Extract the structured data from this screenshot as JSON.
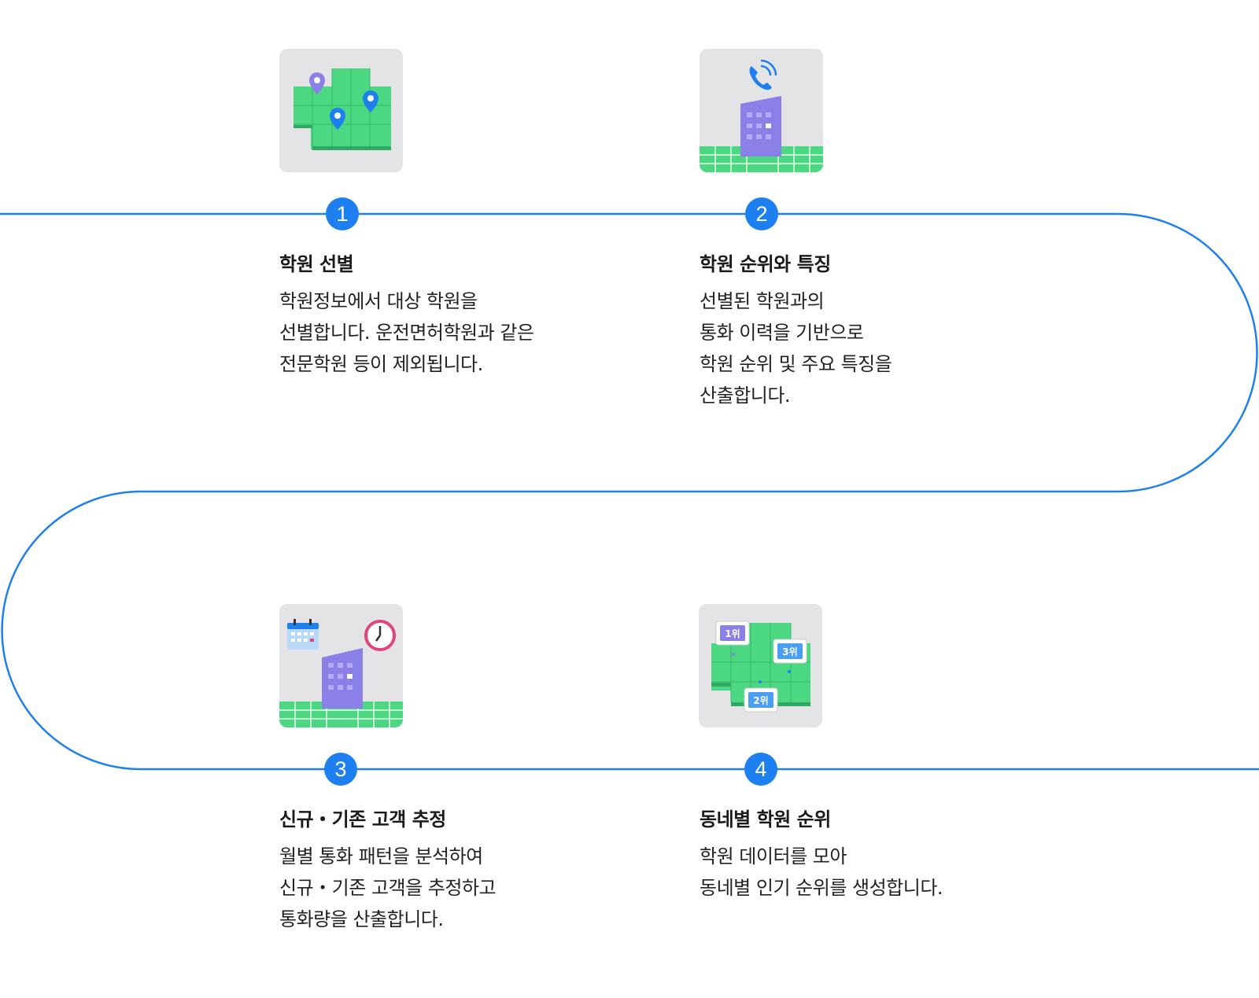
{
  "steps": [
    {
      "number": "1",
      "title": "학원 선별",
      "description": [
        "학원정보에서 대상 학원을",
        "선별합니다. 운전면허학원과 같은",
        "전문학원 등이 제외됩니다."
      ],
      "icon": "map-pins-icon"
    },
    {
      "number": "2",
      "title": "학원 순위와 특징",
      "description": [
        "선별된 학원과의",
        "통화 이력을 기반으로",
        "학원 순위 및 주요 특징을",
        "산출합니다."
      ],
      "icon": "phone-building-icon"
    },
    {
      "number": "3",
      "title": "신규・기존 고객 추정",
      "description": [
        "월별 통화 패턴을 분석하여",
        "신규・기존 고객을 추정하고",
        "통화량을 산출합니다."
      ],
      "icon": "calendar-clock-building-icon"
    },
    {
      "number": "4",
      "title": "동네별 학원 순위",
      "description": [
        "학원 데이터를 모아",
        "동네별 인기 순위를 생성합니다."
      ],
      "icon": "ranking-map-icon",
      "rank_labels": [
        "1위",
        "3위",
        "2위"
      ]
    }
  ],
  "colors": {
    "accent": "#1e80f0",
    "green": "#4cd882",
    "purple": "#8b7fe8",
    "tile": "#e4e4e6"
  }
}
